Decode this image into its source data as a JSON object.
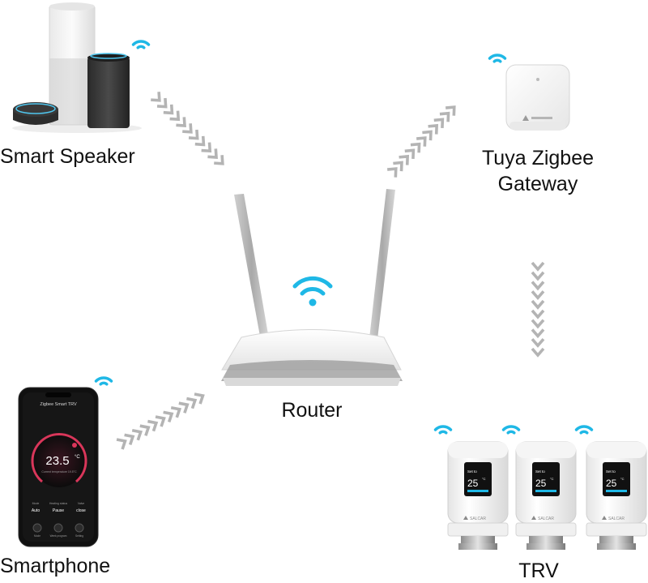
{
  "labels": {
    "smart_speaker": "Smart Speaker",
    "gateway_line1": "Tuya Zigbee",
    "gateway_line2": "Gateway",
    "router": "Router",
    "smartphone": "Smartphone",
    "trv": "TRV"
  },
  "phone_screen": {
    "title": "Zigbee Smart TRV",
    "temperature": "23.5",
    "unit": "°C",
    "subtitle": "Current temperature 19.5°C",
    "stat_labels": [
      "Mode",
      "Heating status",
      "Valve"
    ],
    "stat_values": [
      "Auto",
      "Pause",
      "close"
    ],
    "nav_labels": [
      "Mode",
      "Week program",
      "Setting"
    ]
  },
  "trv_screen": {
    "set_label": "Set to",
    "value": "25",
    "unit": "°C"
  },
  "brand": "SALCAR",
  "colors": {
    "wifi": "#1fb8e6",
    "arrow": "#b4b4b4",
    "phone_accent": "#d9365a",
    "text": "#111111"
  }
}
